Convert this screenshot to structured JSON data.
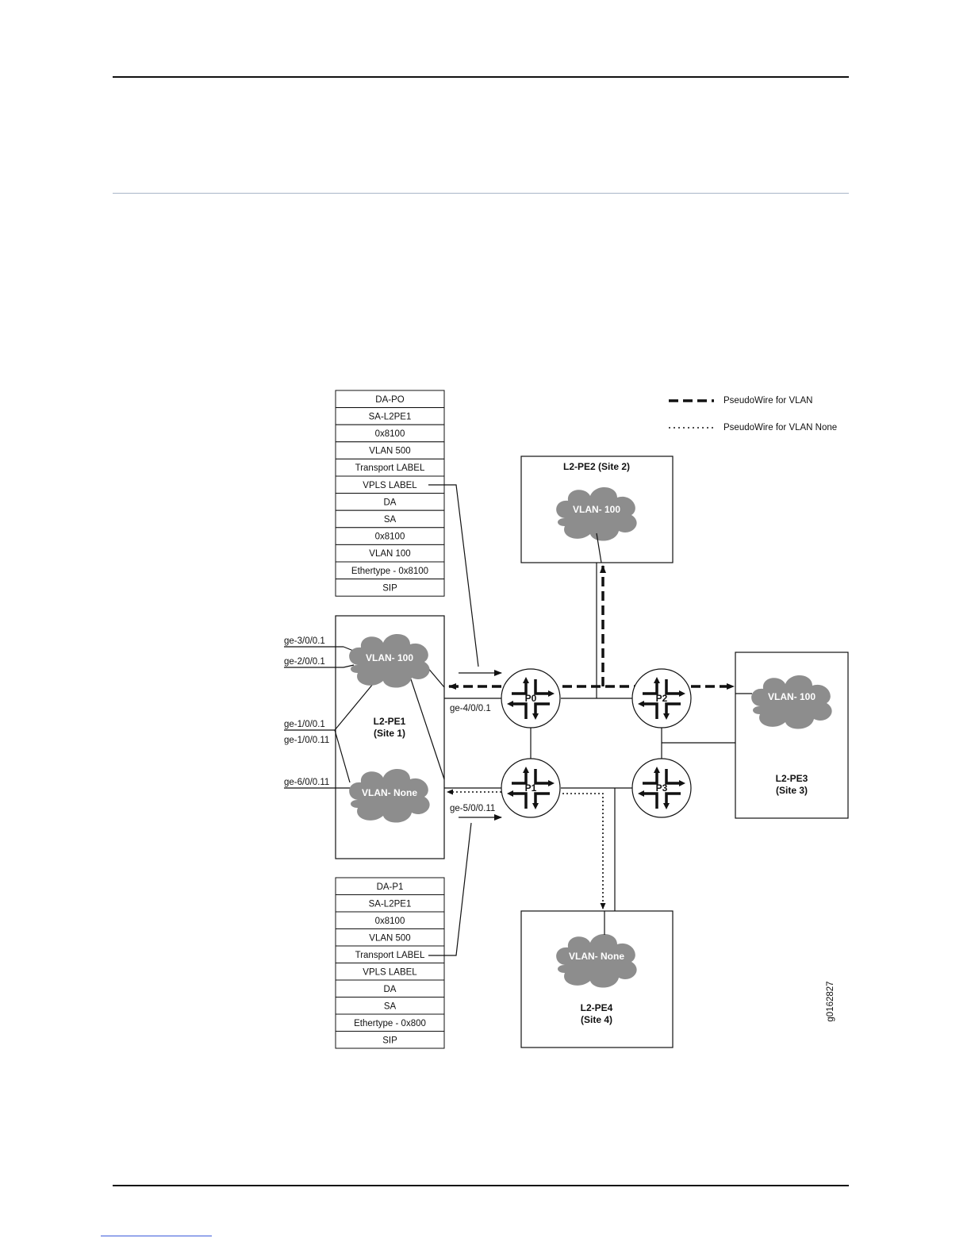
{
  "frame_stack_top": [
    "DA-PO",
    "SA-L2PE1",
    "0x8100",
    "VLAN 500",
    "Transport LABEL",
    "VPLS LABEL",
    "DA",
    "SA",
    "0x8100",
    "VLAN 100",
    "Ethertype - 0x8100",
    "SIP"
  ],
  "frame_stack_bottom": [
    "DA-P1",
    "SA-L2PE1",
    "0x8100",
    "VLAN 500",
    "Transport LABEL",
    "VPLS LABEL",
    "DA",
    "SA",
    "Ethertype - 0x800",
    "SIP"
  ],
  "legend": {
    "dashed": "PseudoWire for VLAN",
    "dotted": "PseudoWire for VLAN None"
  },
  "sites": {
    "pe1_name": "L2-PE1",
    "pe1_site": "(Site 1)",
    "pe2": "L2-PE2 (Site 2)",
    "pe3_name": "L2-PE3",
    "pe3_site": "(Site 3)",
    "pe4_name": "L2-PE4",
    "pe4_site": "(Site 4)"
  },
  "clouds": {
    "pe1_vlan100": "VLAN- 100",
    "pe1_vlan_none": "VLAN- None",
    "pe2_vlan100": "VLAN- 100",
    "pe3_vlan100": "VLAN- 100",
    "pe4_vlan_none": "VLAN- None"
  },
  "routers": {
    "p0": "P0",
    "p1": "P1",
    "p2": "P2",
    "p3": "P3"
  },
  "interfaces": {
    "ge_3_0_0_1": "ge-3/0/0.1",
    "ge_2_0_0_1": "ge-2/0/0.1",
    "ge_1_0_0_1": "ge-1/0/0.1",
    "ge_1_0_0_11": "ge-1/0/0.11",
    "ge_6_0_0_11": "ge-6/0/0.11",
    "ge_4_0_0_1": "ge-4/0/0.1",
    "ge_5_0_0_11": "ge-5/0/0.11"
  },
  "figure_id": "g0162827"
}
